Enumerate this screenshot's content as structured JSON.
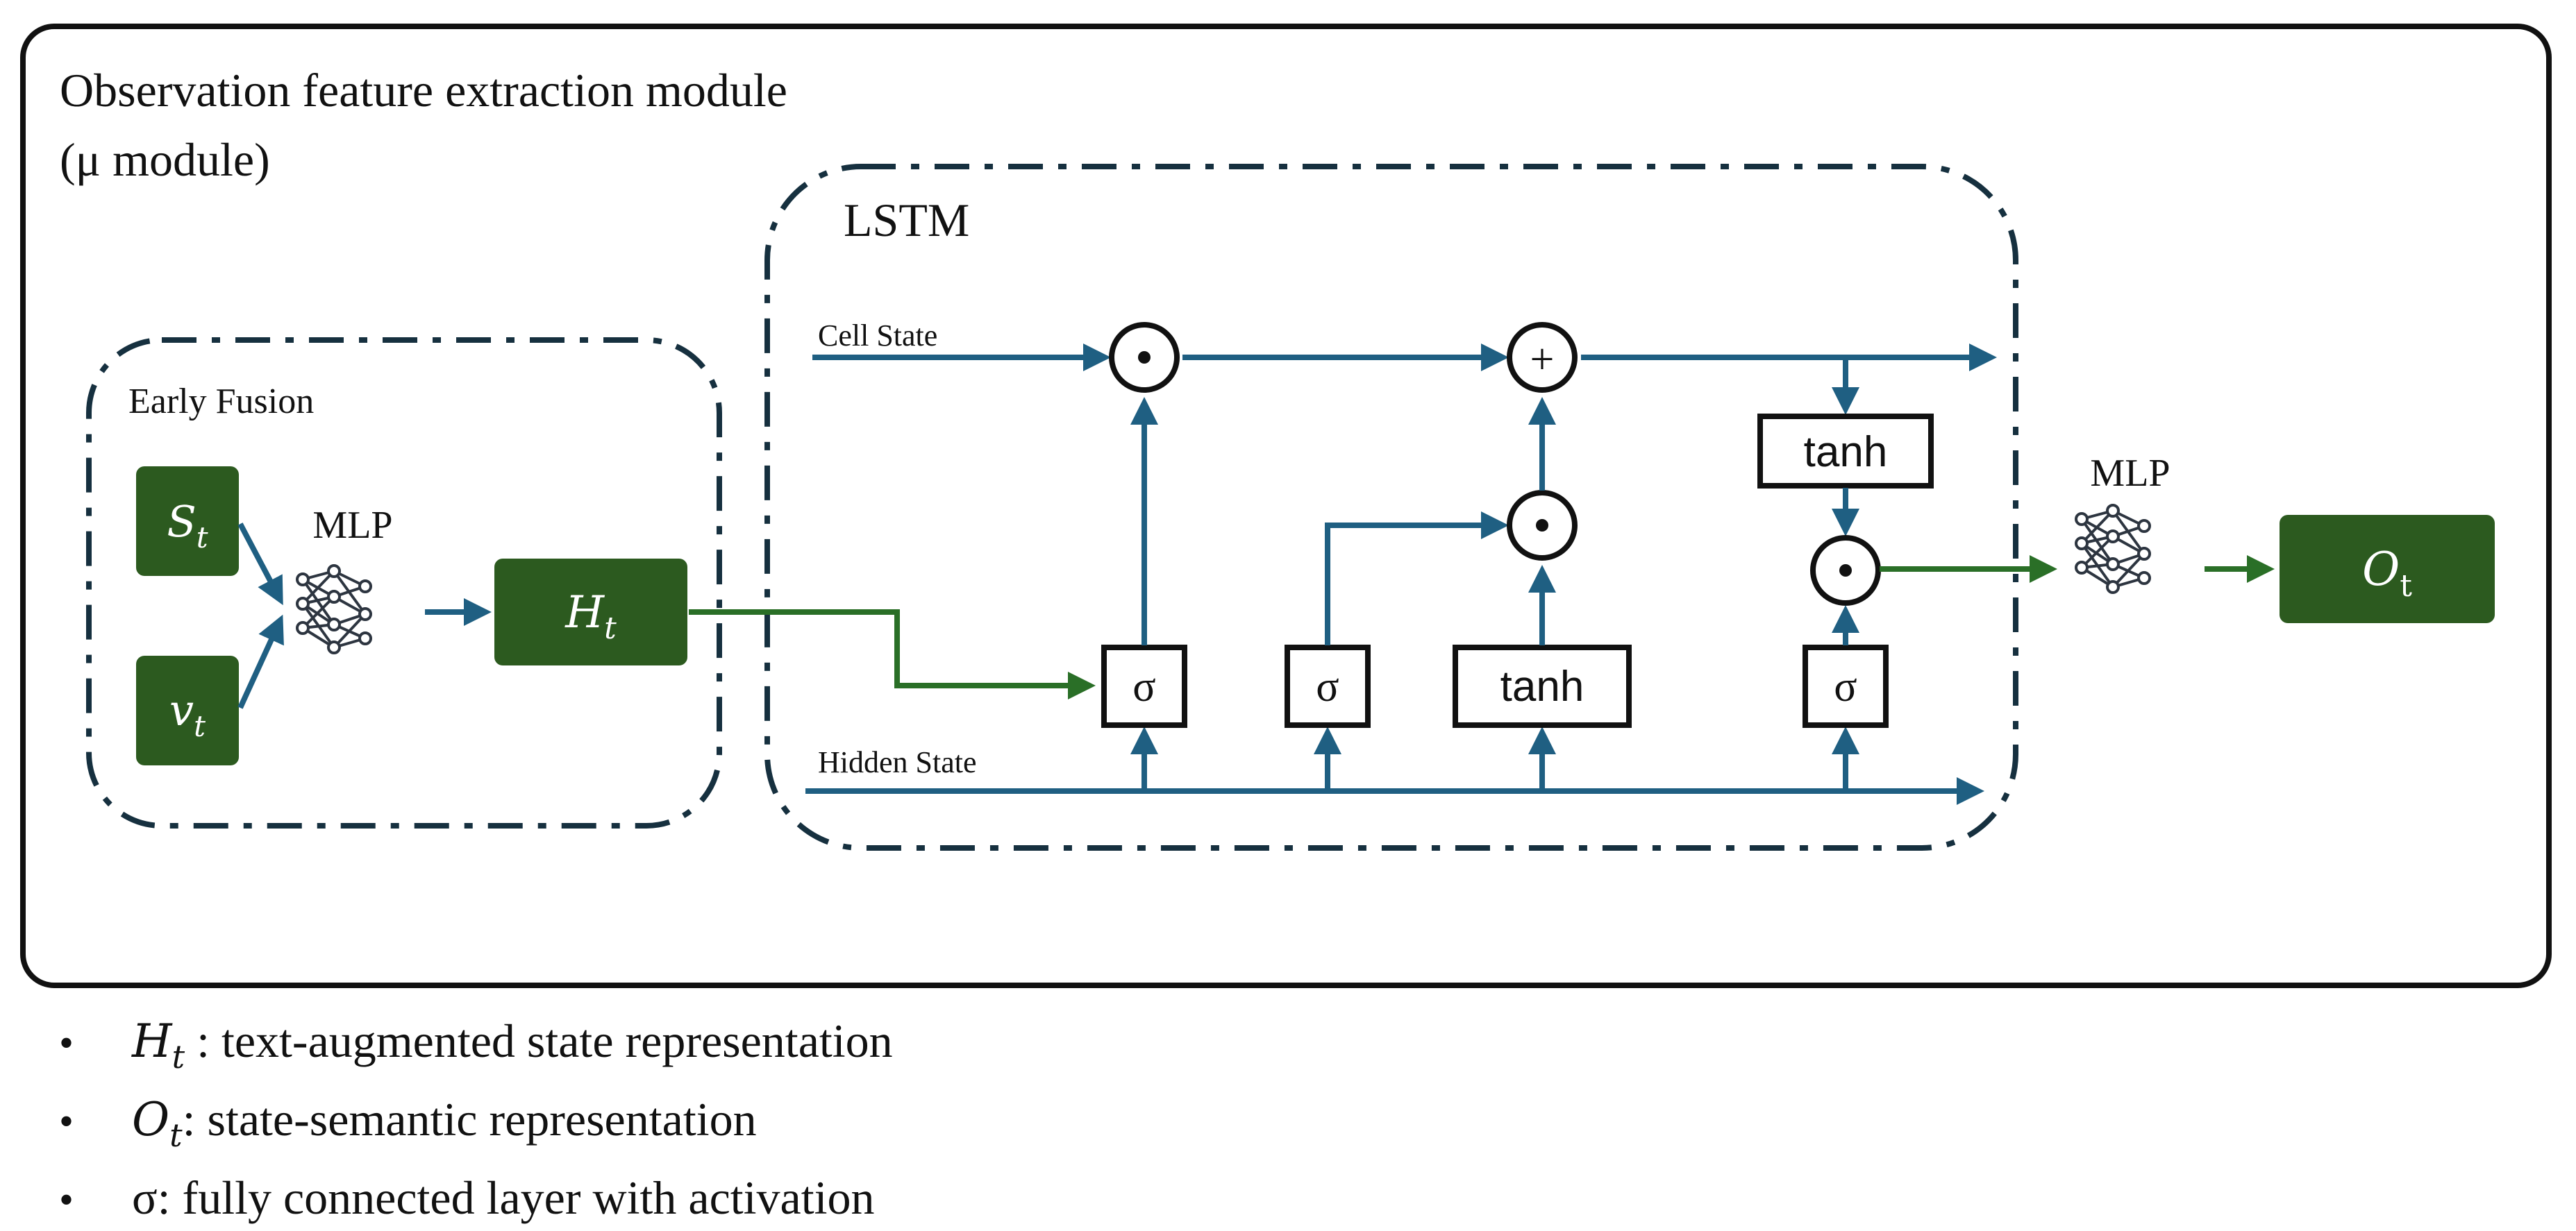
{
  "title": {
    "line1": "Observation feature extraction module",
    "line2": "(μ module)"
  },
  "early_fusion": {
    "label": "Early Fusion",
    "input1": {
      "main": "S",
      "sub": "t"
    },
    "input2": {
      "main": "v",
      "sub": "t"
    },
    "mlp_label": "MLP",
    "output": {
      "main": "H",
      "sub": "t"
    }
  },
  "lstm": {
    "label": "LSTM",
    "cell_state_label": "Cell State",
    "hidden_state_label": "Hidden State",
    "ops": {
      "multiply": "⊙",
      "add": "+"
    },
    "gates": {
      "forget": "σ",
      "input": "σ",
      "candidate": "tanh",
      "output": "σ",
      "cell_tanh": "tanh"
    }
  },
  "output_mlp_label": "MLP",
  "output": {
    "main": "O",
    "sub": "t"
  },
  "legend": [
    {
      "symbol_main": "H",
      "symbol_sub": "t",
      "text": " : text-augmented state representation"
    },
    {
      "symbol_main": "O",
      "symbol_sub": "t",
      "text": ": state-semantic representation"
    },
    {
      "symbol_main": "σ",
      "symbol_sub": "",
      "text": ": fully connected layer with activation"
    }
  ],
  "colors": {
    "blue": "#1f5f82",
    "green": "#2a6f27",
    "dark_green_box": "#2c5a1f",
    "dash_border": "#16303f",
    "outline": "#111111"
  },
  "icons": {
    "mlp": "neural-network-icon"
  }
}
